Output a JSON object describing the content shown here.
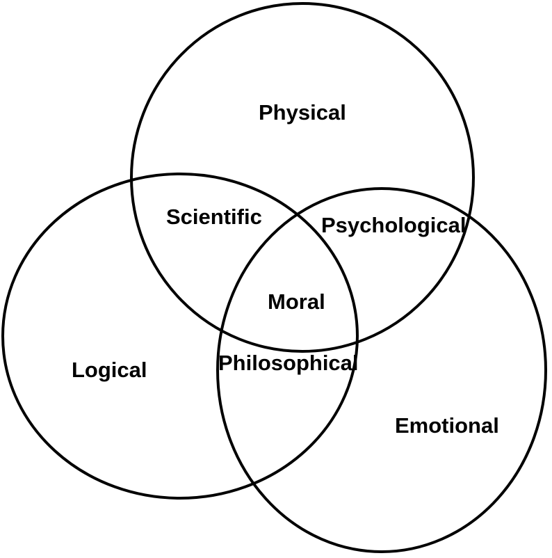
{
  "diagram": {
    "type": "venn",
    "stroke_color": "#000000",
    "background_color": "#ffffff",
    "text_color": "#000000",
    "sets": [
      {
        "id": "physical",
        "label": "Physical"
      },
      {
        "id": "logical",
        "label": "Logical"
      },
      {
        "id": "emotional",
        "label": "Emotional"
      }
    ],
    "intersections": {
      "physical_logical": "Scientific",
      "physical_emotional": "Psychological",
      "logical_emotional": "Philosophical",
      "all_three": "Moral"
    }
  }
}
